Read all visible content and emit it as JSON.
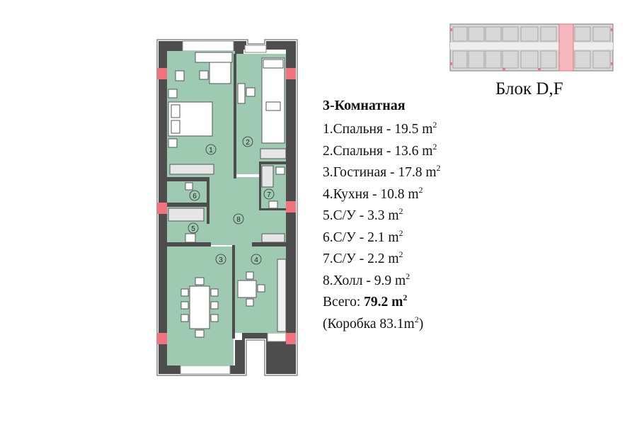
{
  "plan": {
    "title": "3-Комнатная",
    "block_label": "Блок D,F",
    "rooms": [
      {
        "num": "1",
        "name": "Спальня",
        "area": "19.5",
        "unit": "m",
        "exp": "2"
      },
      {
        "num": "2",
        "name": "Спальня",
        "area": "13.6",
        "unit": "m",
        "exp": "2"
      },
      {
        "num": "3",
        "name": "Гостиная",
        "area": "17.8",
        "unit": "m",
        "exp": "2"
      },
      {
        "num": "4",
        "name": "Кухня",
        "area": "10.8",
        "unit": "m",
        "exp": "2"
      },
      {
        "num": "5",
        "name": "С/У",
        "area": "3.3",
        "unit": "m",
        "exp": "2"
      },
      {
        "num": "6",
        "name": "С/У",
        "area": "2.1",
        "unit": "m",
        "exp": "2"
      },
      {
        "num": "7",
        "name": "С/У",
        "area": "2.2",
        "unit": "m",
        "exp": "2"
      },
      {
        "num": "8",
        "name": "Холл",
        "area": "9.9",
        "unit": "m",
        "exp": "2"
      }
    ],
    "total_label": "Всего:",
    "total_value": "79.2 m",
    "total_exp": "2",
    "box_label": "(Коробка 83.1m",
    "box_exp": "2",
    "box_close": ")"
  },
  "colors": {
    "floor": "#9fcab2",
    "wall": "#4a4a4a",
    "column": "#f2737d",
    "furniture": "#ffffff",
    "highlight": "#f6b8bf",
    "keyplan_bg": "#d6d6d6"
  }
}
